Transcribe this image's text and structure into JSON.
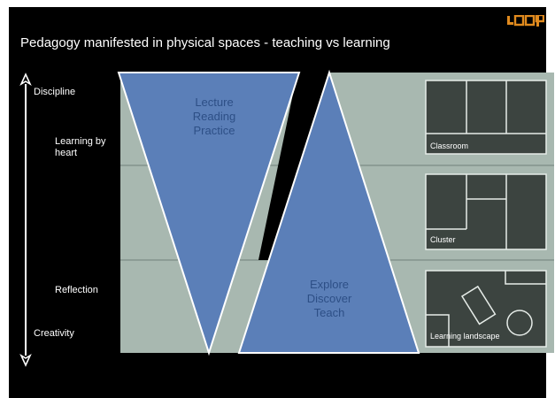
{
  "title": "Pedagogy manifested in physical spaces - teaching vs learning",
  "logo": {
    "text": "LOOP",
    "color": "#e08a1e"
  },
  "axis": {
    "icon": "double-headed-vertical-arrow",
    "labels": {
      "discipline": "Discipline",
      "learning_by_heart": "Learning by heart",
      "reflection": "Reflection",
      "creativity": "Creativity"
    }
  },
  "teaching_triangle": {
    "lines": [
      "Lecture",
      "Reading",
      "Practice"
    ]
  },
  "learning_triangle": {
    "lines": [
      "Explore",
      "Discover",
      "Teach"
    ]
  },
  "spaces": {
    "classroom": "Classroom",
    "cluster": "Cluster",
    "learning_landscape": "Learning landscape"
  },
  "colors": {
    "background": "#000000",
    "band": "#a8b8b0",
    "triangle": "#5b7fb8",
    "triangle_text": "#2d4f86",
    "panel": "#3c4440",
    "text": "#ffffff"
  }
}
